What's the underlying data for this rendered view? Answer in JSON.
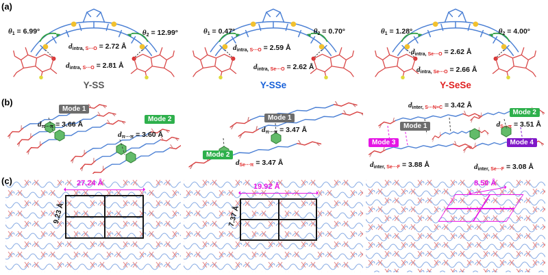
{
  "colors": {
    "core_blue": "#4a7fd4",
    "end_group_red": "#d94040",
    "chalcogen_yellow": "#f2c12e",
    "green_arrow": "#2f9e44",
    "element_subscript_red": "#e02020",
    "magenta_measure": "#e516e5",
    "mode1_bg": "#6d6d6d",
    "mode2_bg": "#2eb04c",
    "mode3_bg": "#e516e5",
    "mode4_bg": "#8018c8",
    "name_yss": "#595959",
    "name_ysse": "#1760d8",
    "name_ysese": "#e02020"
  },
  "labels": {
    "a": "(a)",
    "b": "(b)",
    "c": "(c)"
  },
  "panel_a": {
    "molecules": [
      {
        "name": "Y-SS",
        "t1": {
          "sym": "θ",
          "sub": "1",
          "val": " = 6.99°"
        },
        "t2": {
          "sym": "θ",
          "sub": "2",
          "val": " = 12.99°"
        },
        "d1": {
          "sym": "d",
          "pre": "intra, ",
          "el": "S⋯O",
          "val": " = 2.72 Å"
        },
        "d2": {
          "sym": "d",
          "pre": "intra, ",
          "el": "S⋯O",
          "val": " = 2.81 Å"
        }
      },
      {
        "name": "Y-SSe",
        "t1": {
          "sym": "θ",
          "sub": "1",
          "val": " = 0.47°"
        },
        "t2": {
          "sym": "θ",
          "sub": "2",
          "val": " = 0.70°"
        },
        "d1": {
          "sym": "d",
          "pre": "intra, ",
          "el": "S⋯O",
          "val": " = 2.59 Å"
        },
        "d2": {
          "sym": "d",
          "pre": "intra, ",
          "el": "Se⋯O",
          "val": " = 2.62 Å"
        }
      },
      {
        "name": "Y-SeSe",
        "t1": {
          "sym": "θ",
          "sub": "1",
          "val": " = 1.28°"
        },
        "t2": {
          "sym": "θ",
          "sub": "2",
          "val": " = 4.00°"
        },
        "d1": {
          "sym": "d",
          "pre": "intra, ",
          "el": "Se⋯O",
          "val": " = 2.62 Å"
        },
        "d2": {
          "sym": "d",
          "pre": "intra, ",
          "el": "Se⋯O",
          "val": " = 2.66 Å"
        }
      }
    ]
  },
  "panel_b": {
    "views": [
      {
        "mode1": "Mode 1",
        "mode2": "Mode 2",
        "d1": {
          "sym": "d",
          "pre": "π⋯π",
          "el": "",
          "val": " = 3.66 Å"
        },
        "d2": {
          "sym": "d",
          "pre": "π⋯π",
          "el": "",
          "val": " = 3.60 Å"
        }
      },
      {
        "mode1": "Mode 1",
        "mode2": "Mode 2",
        "d1": {
          "sym": "d",
          "pre": "π⋯π",
          "el": "",
          "val": " = 3.47 Å"
        },
        "d2": {
          "sym": "d",
          "pre": "",
          "el": "Se⋯π",
          "val": " = 3.47 Å"
        }
      },
      {
        "mode1": "Mode 1",
        "mode2": "Mode 2",
        "mode3": "Mode 3",
        "mode4": "Mode 4",
        "d_snc": {
          "sym": "d",
          "pre": "inter, ",
          "el": "S⋯N≡C",
          "val": " = 3.42 Å"
        },
        "d_spi": {
          "sym": "d",
          "pre": "",
          "el": "S⋯π",
          "val": " = 3.51 Å"
        },
        "d_sef1": {
          "sym": "d",
          "pre": "inter, ",
          "el": "Se⋯F",
          "val": " = 3.88 Å"
        },
        "d_sef2": {
          "sym": "d",
          "pre": "inter, ",
          "el": "Se⋯F",
          "val": " = 3.08 Å"
        }
      }
    ]
  },
  "panel_c": {
    "views": [
      {
        "width": "27.24 Å",
        "height": "9.23 Å"
      },
      {
        "width": "19.92 Å",
        "height": "7.37 Å"
      },
      {
        "width": "8.50 Å"
      }
    ]
  }
}
